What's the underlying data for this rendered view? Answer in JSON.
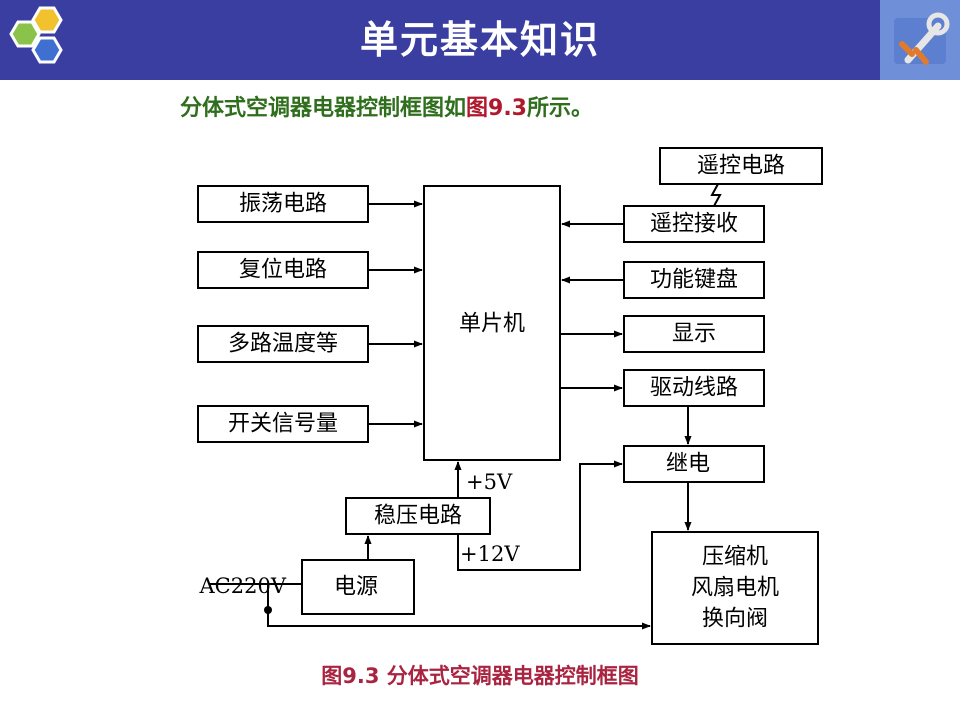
{
  "header": {
    "title": "单元基本知识",
    "logo_icon": "hexagon-cluster-icon",
    "tool_icon": "wrench-icon",
    "bar_color": "#3a3ea1"
  },
  "intro": {
    "prefix": "分体式空调器电器控制框图如",
    "figure_ref": "图9.3",
    "suffix": "所示。"
  },
  "diagram": {
    "blocks": {
      "oscillator": "振荡电路",
      "reset": "复位电路",
      "temperature": "多路温度等",
      "switch_signal": "开关信号量",
      "mcu": "单片机",
      "remote_control": "遥控电路",
      "remote_receive": "遥控接收",
      "keyboard": "功能键盘",
      "display": "显示",
      "driver": "驱动线路",
      "relay": "继电",
      "regulator": "稳压电路",
      "power": "电源",
      "load_line1": "压缩机",
      "load_line2": "风扇电机",
      "load_line3": "换向阀"
    },
    "labels": {
      "v5": "+5V",
      "v12": "+12V",
      "ac_input": "AC220V"
    }
  },
  "caption": "图9.3 分体式空调器电器控制框图"
}
